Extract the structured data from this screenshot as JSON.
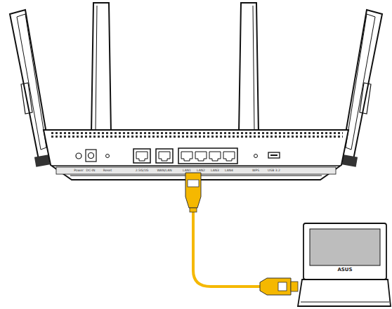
{
  "diagram": {
    "labels": [
      "Power",
      "DC-IN",
      "Reset",
      "2.5G/1G",
      "WAN/LAN",
      "LAN1",
      "LAN2",
      "LAN3",
      "LAN4",
      "WPS",
      "USB 3.2",
      "ASUS"
    ]
  }
}
